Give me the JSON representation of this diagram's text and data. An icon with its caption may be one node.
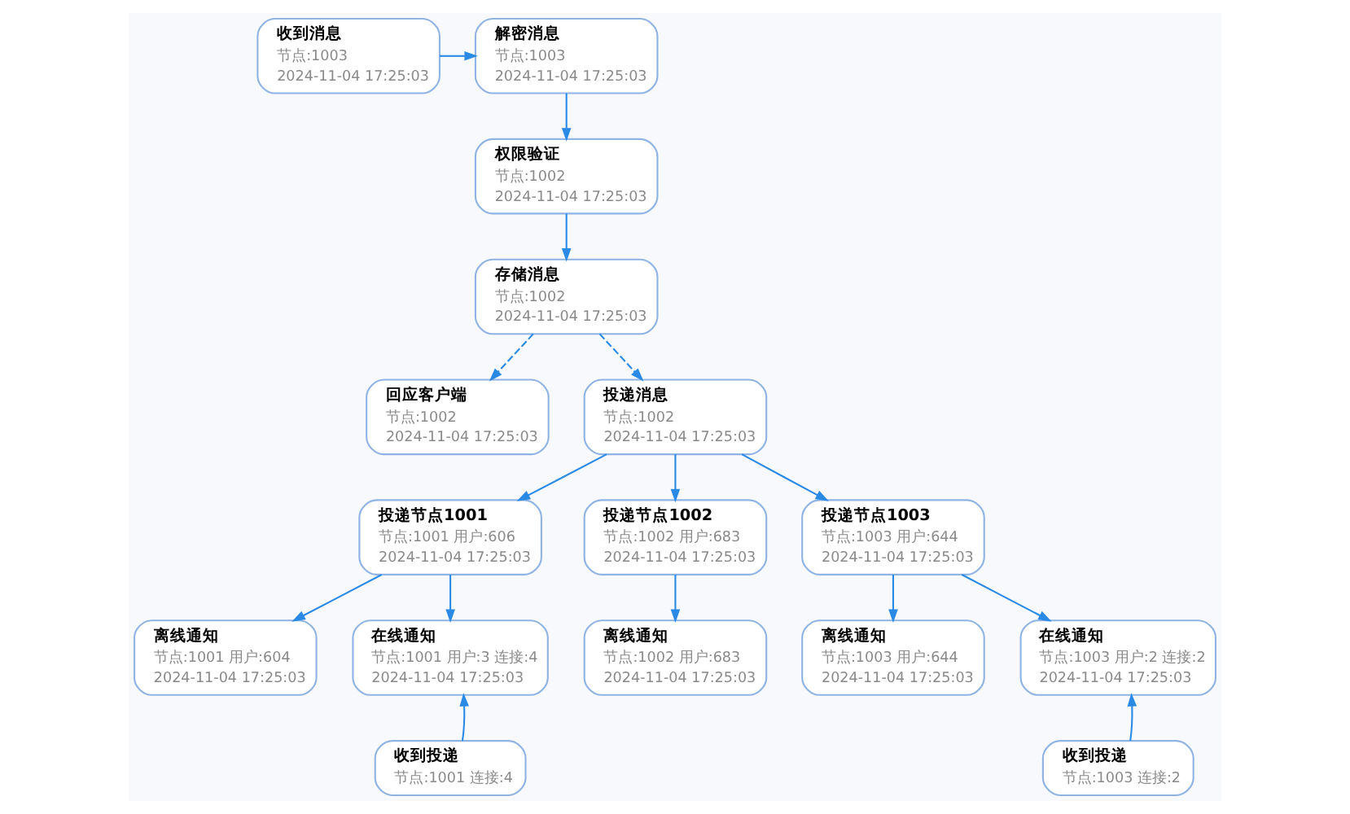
{
  "diagram": {
    "nodes": [
      {
        "text": [
          "收到消息",
          "节点:1003",
          "2024-11-04 17:25:03"
        ]
      },
      {
        "text": [
          "解密消息",
          "节点:1003",
          "2024-11-04 17:25:03"
        ]
      },
      {
        "text": [
          "权限验证",
          "节点:1002",
          "2024-11-04 17:25:03"
        ]
      },
      {
        "text": [
          "存储消息",
          "节点:1002",
          "2024-11-04 17:25:03"
        ]
      },
      {
        "text": [
          "回应客户端",
          "节点:1002",
          "2024-11-04 17:25:03"
        ]
      },
      {
        "text": [
          "投递消息",
          "节点:1002",
          "2024-11-04 17:25:03"
        ]
      },
      {
        "text": [
          "投递节点1001",
          "节点:1001 用户:606",
          "2024-11-04 17:25:03"
        ]
      },
      {
        "text": [
          "投递节点1002",
          "节点:1002 用户:683",
          "2024-11-04 17:25:03"
        ]
      },
      {
        "text": [
          "投递节点1003",
          "节点:1003 用户:644",
          "2024-11-04 17:25:03"
        ]
      },
      {
        "text": [
          "离线通知",
          "节点:1001 用户:604",
          "2024-11-04 17:25:03"
        ]
      },
      {
        "text": [
          "在线通知",
          "节点:1001 用户:3 连接:4",
          "2024-11-04 17:25:03"
        ]
      },
      {
        "text": [
          "离线通知",
          "节点:1002 用户:683",
          "2024-11-04 17:25:03"
        ]
      },
      {
        "text": [
          "离线通知",
          "节点:1003 用户:644",
          "2024-11-04 17:25:03"
        ]
      },
      {
        "text": [
          "在线通知",
          "节点:1003 用户:2 连接:2",
          "2024-11-04 17:25:03"
        ]
      },
      {
        "text": [
          "收到投递",
          "节点:1001 连接:4"
        ]
      },
      {
        "text": [
          "收到投递",
          "节点:1003 连接:2"
        ]
      }
    ],
    "edges": [
      {
        "from": 0,
        "to": 1,
        "arrow": "to"
      },
      {
        "from": 1,
        "to": 2,
        "arrow": "to"
      },
      {
        "from": 2,
        "to": 3,
        "arrow": "to"
      },
      {
        "from": 3,
        "to": 4,
        "arrow": "to",
        "style": "dashed"
      },
      {
        "from": 3,
        "to": 5,
        "arrow": "to",
        "style": "dashed"
      },
      {
        "from": 5,
        "to": 6,
        "arrow": "to"
      },
      {
        "from": 5,
        "to": 7,
        "arrow": "to"
      },
      {
        "from": 5,
        "to": 8,
        "arrow": "to"
      },
      {
        "from": 6,
        "to": 9,
        "arrow": "to"
      },
      {
        "from": 6,
        "to": 10,
        "arrow": "to"
      },
      {
        "from": 7,
        "to": 11,
        "arrow": "to"
      },
      {
        "from": 8,
        "to": 12,
        "arrow": "to"
      },
      {
        "from": 8,
        "to": 13,
        "arrow": "to"
      },
      {
        "from": 14,
        "to": 10,
        "arrow": "to"
      },
      {
        "from": 15,
        "to": 13,
        "arrow": "to"
      }
    ]
  }
}
